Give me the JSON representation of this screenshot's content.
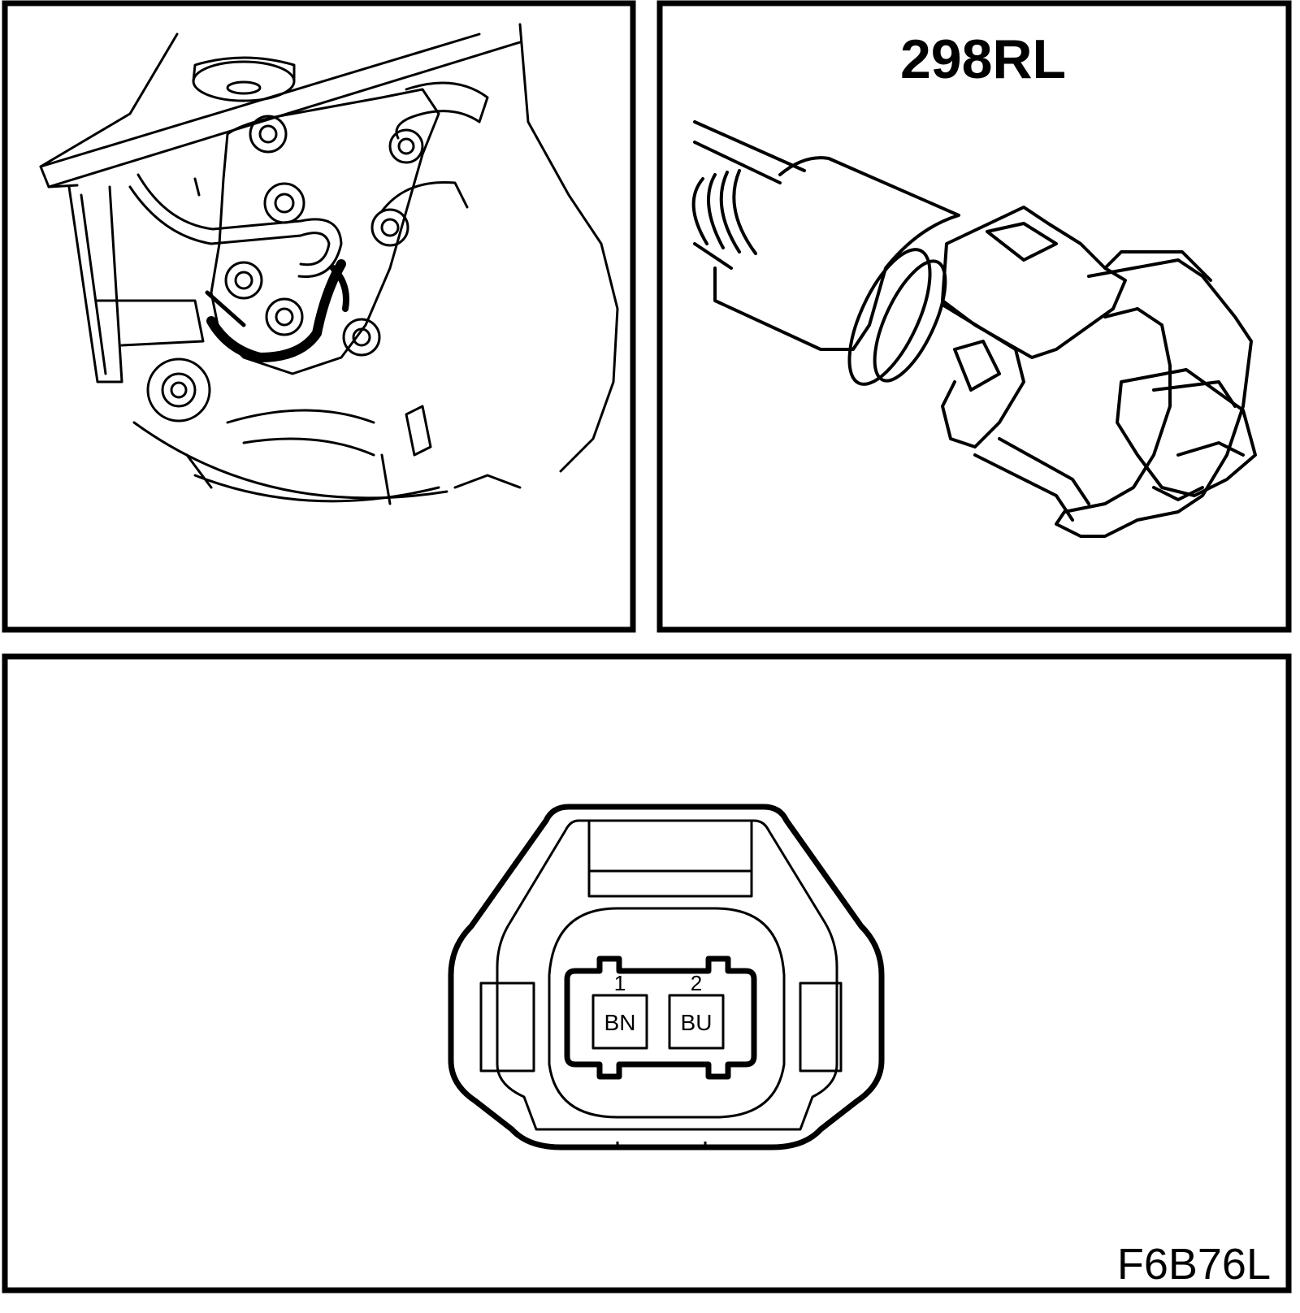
{
  "panels": {
    "top_left": {},
    "top_right": {
      "connector_code": "298RL"
    },
    "bottom": {
      "pins": [
        {
          "number": "1",
          "wire_color": "BN"
        },
        {
          "number": "2",
          "wire_color": "BU"
        }
      ],
      "figure_code": "F6B76L"
    }
  },
  "colors": {
    "line": "#000000",
    "background": "#ffffff"
  }
}
